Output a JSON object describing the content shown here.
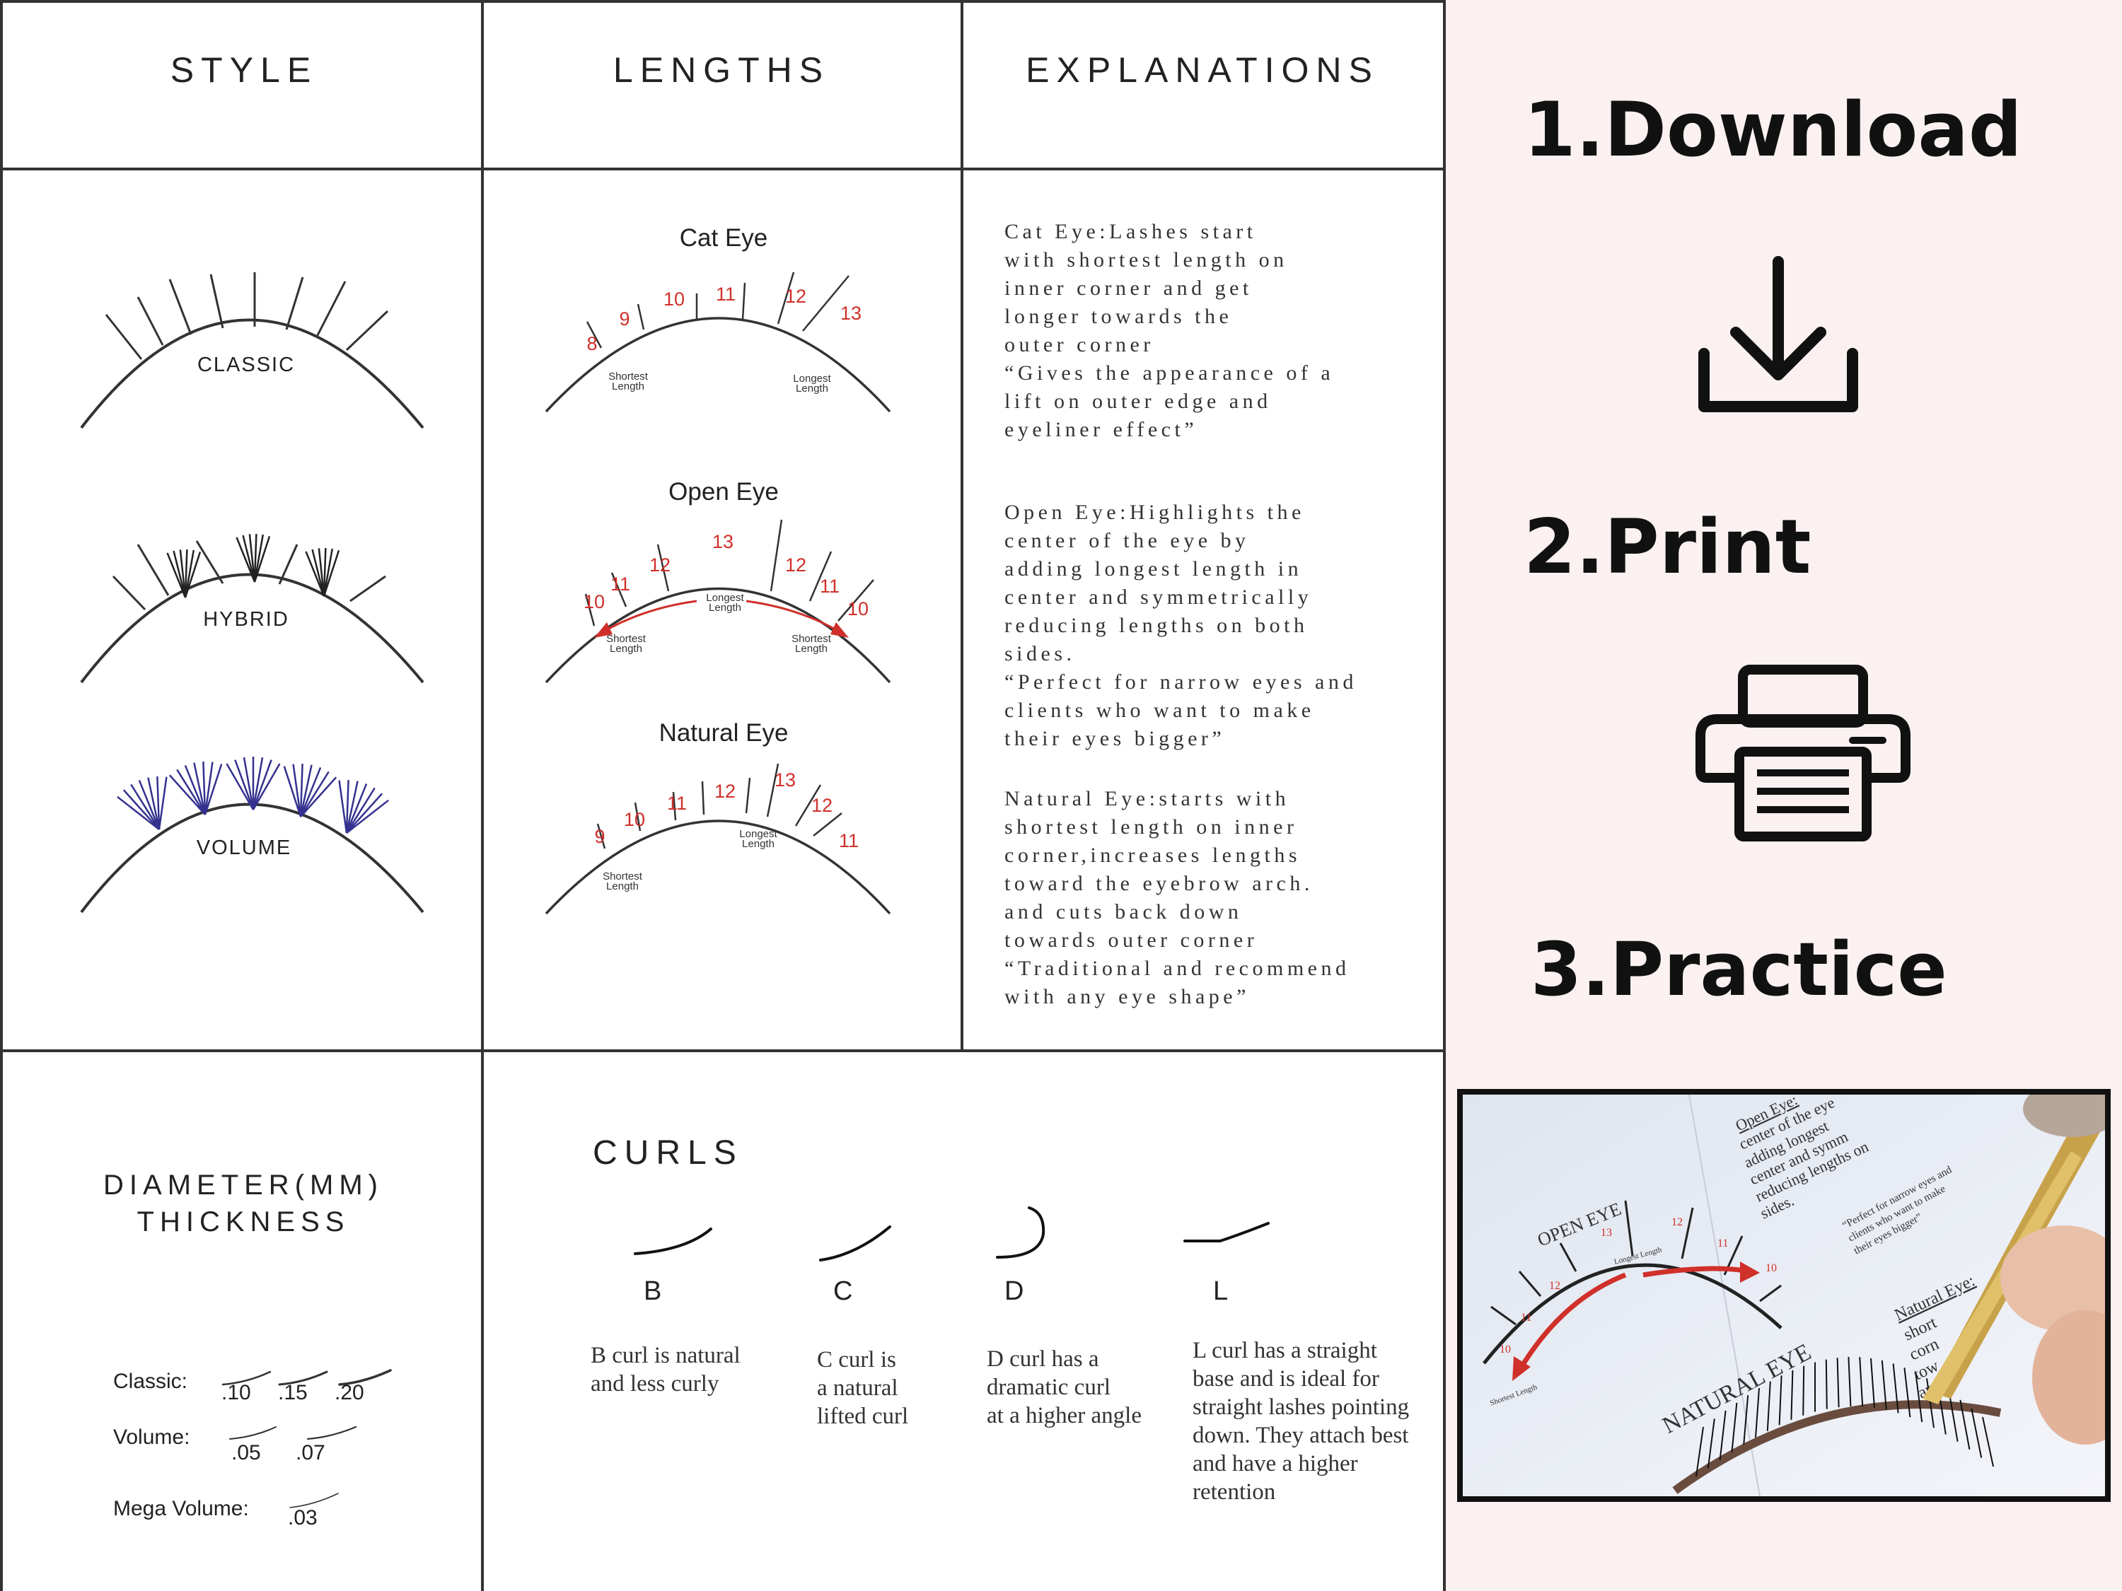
{
  "headers": {
    "style": "STYLE",
    "lengths": "LENGTHS",
    "explanations": "EXPLANATIONS"
  },
  "styles": {
    "classic": "CLASSIC",
    "hybrid": "HYBRID",
    "volume": "VOLUME"
  },
  "lengths": {
    "cat_eye": {
      "title": "Cat Eye",
      "numbers": [
        "8",
        "9",
        "10",
        "11",
        "12",
        "13"
      ],
      "shortest_label": [
        "Shortest",
        "Length"
      ],
      "longest_label": [
        "Longest",
        "Length"
      ]
    },
    "open_eye": {
      "title": "Open Eye",
      "numbers": [
        "10",
        "11",
        "12",
        "13",
        "12",
        "11",
        "10"
      ],
      "longest_label": [
        "Longest",
        "Length"
      ],
      "shortest_left_label": [
        "Shortest",
        "Length"
      ],
      "shortest_right_label": [
        "Shortest",
        "Length"
      ]
    },
    "natural_eye": {
      "title": "Natural Eye",
      "numbers": [
        "9",
        "10",
        "11",
        "12",
        "13",
        "12",
        "11"
      ],
      "shortest_label": [
        "Shortest",
        "Length"
      ],
      "longest_label": [
        "Longest",
        "Length"
      ]
    }
  },
  "explanations": {
    "cat_eye": [
      "Cat Eye:Lashes start",
      "with shortest length on",
      "inner corner and get",
      "longer towards the",
      "outer corner",
      "“Gives the appearance of a",
      "lift on outer edge and",
      "eyeliner effect”"
    ],
    "open_eye": [
      "Open Eye:Highlights the",
      "center of the eye by",
      "adding longest length in",
      "center and symmetrically",
      "reducing lengths on both",
      "sides.",
      "“Perfect for narrow eyes and",
      "clients who want to make",
      "their eyes bigger”"
    ],
    "natural_eye": [
      "Natural Eye:starts with",
      "shortest length on inner",
      "corner,increases lengths",
      "toward the eyebrow arch.",
      "and cuts back down",
      "towards outer corner",
      "“Traditional and recommend",
      "with any eye shape”"
    ]
  },
  "diameter": {
    "title_line1": "DIAMETER(MM)",
    "title_line2": "THICKNESS",
    "classic_label": "Classic:",
    "classic_values": [
      ".10",
      ".15",
      ".20"
    ],
    "volume_label": "Volume:",
    "volume_values": [
      ".05",
      ".07"
    ],
    "mega_label": "Mega Volume:",
    "mega_values": [
      ".03"
    ]
  },
  "curls": {
    "title": "CURLS",
    "items": [
      {
        "letter": "B",
        "desc": [
          "B curl is natural",
          "and less curly"
        ]
      },
      {
        "letter": "C",
        "desc": [
          "C curl is",
          "a natural",
          "lifted curl"
        ]
      },
      {
        "letter": "D",
        "desc": [
          "D curl has a",
          "dramatic curl",
          "at a higher angle"
        ]
      },
      {
        "letter": "L",
        "desc": [
          "L curl has a straight",
          "base and is ideal for",
          "straight lashes pointing",
          "down. They attach best",
          "and have a higher",
          "retention"
        ]
      }
    ]
  },
  "steps": {
    "download": "1.Download",
    "print": "2.Print",
    "practice": "3.Practice"
  },
  "photo": {
    "open_eye": "OPEN EYE",
    "natural_eye": "NATURAL EYE",
    "numbers": [
      "10",
      "11",
      "12",
      "13",
      "12",
      "11",
      "10"
    ],
    "shortest_label": "Shortest Length",
    "longest_label": "Longest Length",
    "text_lines": [
      "Open Eye:",
      "center of the eye",
      "adding longest",
      "center and symm",
      "reducing lengths on",
      "sides.",
      "“Perfect for narrow eyes and",
      "clients who want to make",
      "their eyes bigger”",
      "Natural Eye:",
      "short",
      "corn",
      "tow",
      "and"
    ]
  },
  "colors": {
    "red": "#d0302a",
    "volume_blue": "#34318f",
    "side_bg": "#fcf1f1"
  }
}
